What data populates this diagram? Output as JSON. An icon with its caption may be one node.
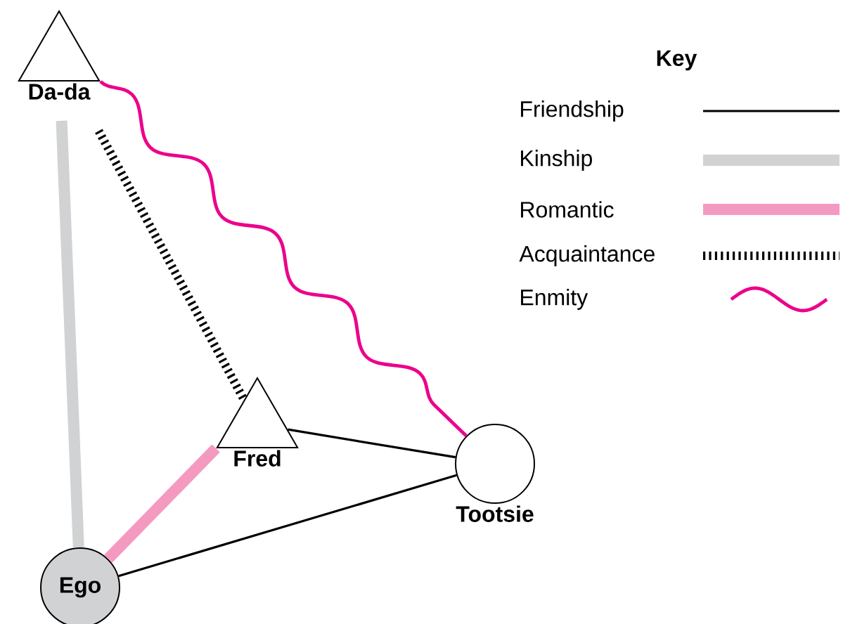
{
  "diagram": {
    "nodes": [
      {
        "text": [
          "Da-da"
        ]
      },
      {
        "text": [
          "Fred"
        ]
      },
      {
        "text": [
          "Tootsie"
        ]
      },
      {
        "text": [
          "Ego"
        ]
      }
    ],
    "edges": [
      {
        "from": 0,
        "to": 3,
        "arrow": "none",
        "style": "thick",
        "color": "#d1d2d4"
      },
      {
        "from": 0,
        "to": 1,
        "arrow": "none",
        "style": "dashed"
      },
      {
        "from": 0,
        "to": 2,
        "arrow": "none",
        "color": "#ec008c"
      },
      {
        "from": 1,
        "to": 2,
        "arrow": "none"
      },
      {
        "from": 1,
        "to": 3,
        "arrow": "none",
        "style": "thick",
        "color": "#f49ac1"
      },
      {
        "from": 3,
        "to": 2,
        "arrow": "none"
      }
    ],
    "labels": [
      "Key"
    ],
    "legend": [
      {
        "text": "Friendship"
      },
      {
        "text": "Kinship"
      },
      {
        "text": "Romantic"
      },
      {
        "text": "Acquaintance"
      },
      {
        "text": "Enmity"
      }
    ]
  }
}
